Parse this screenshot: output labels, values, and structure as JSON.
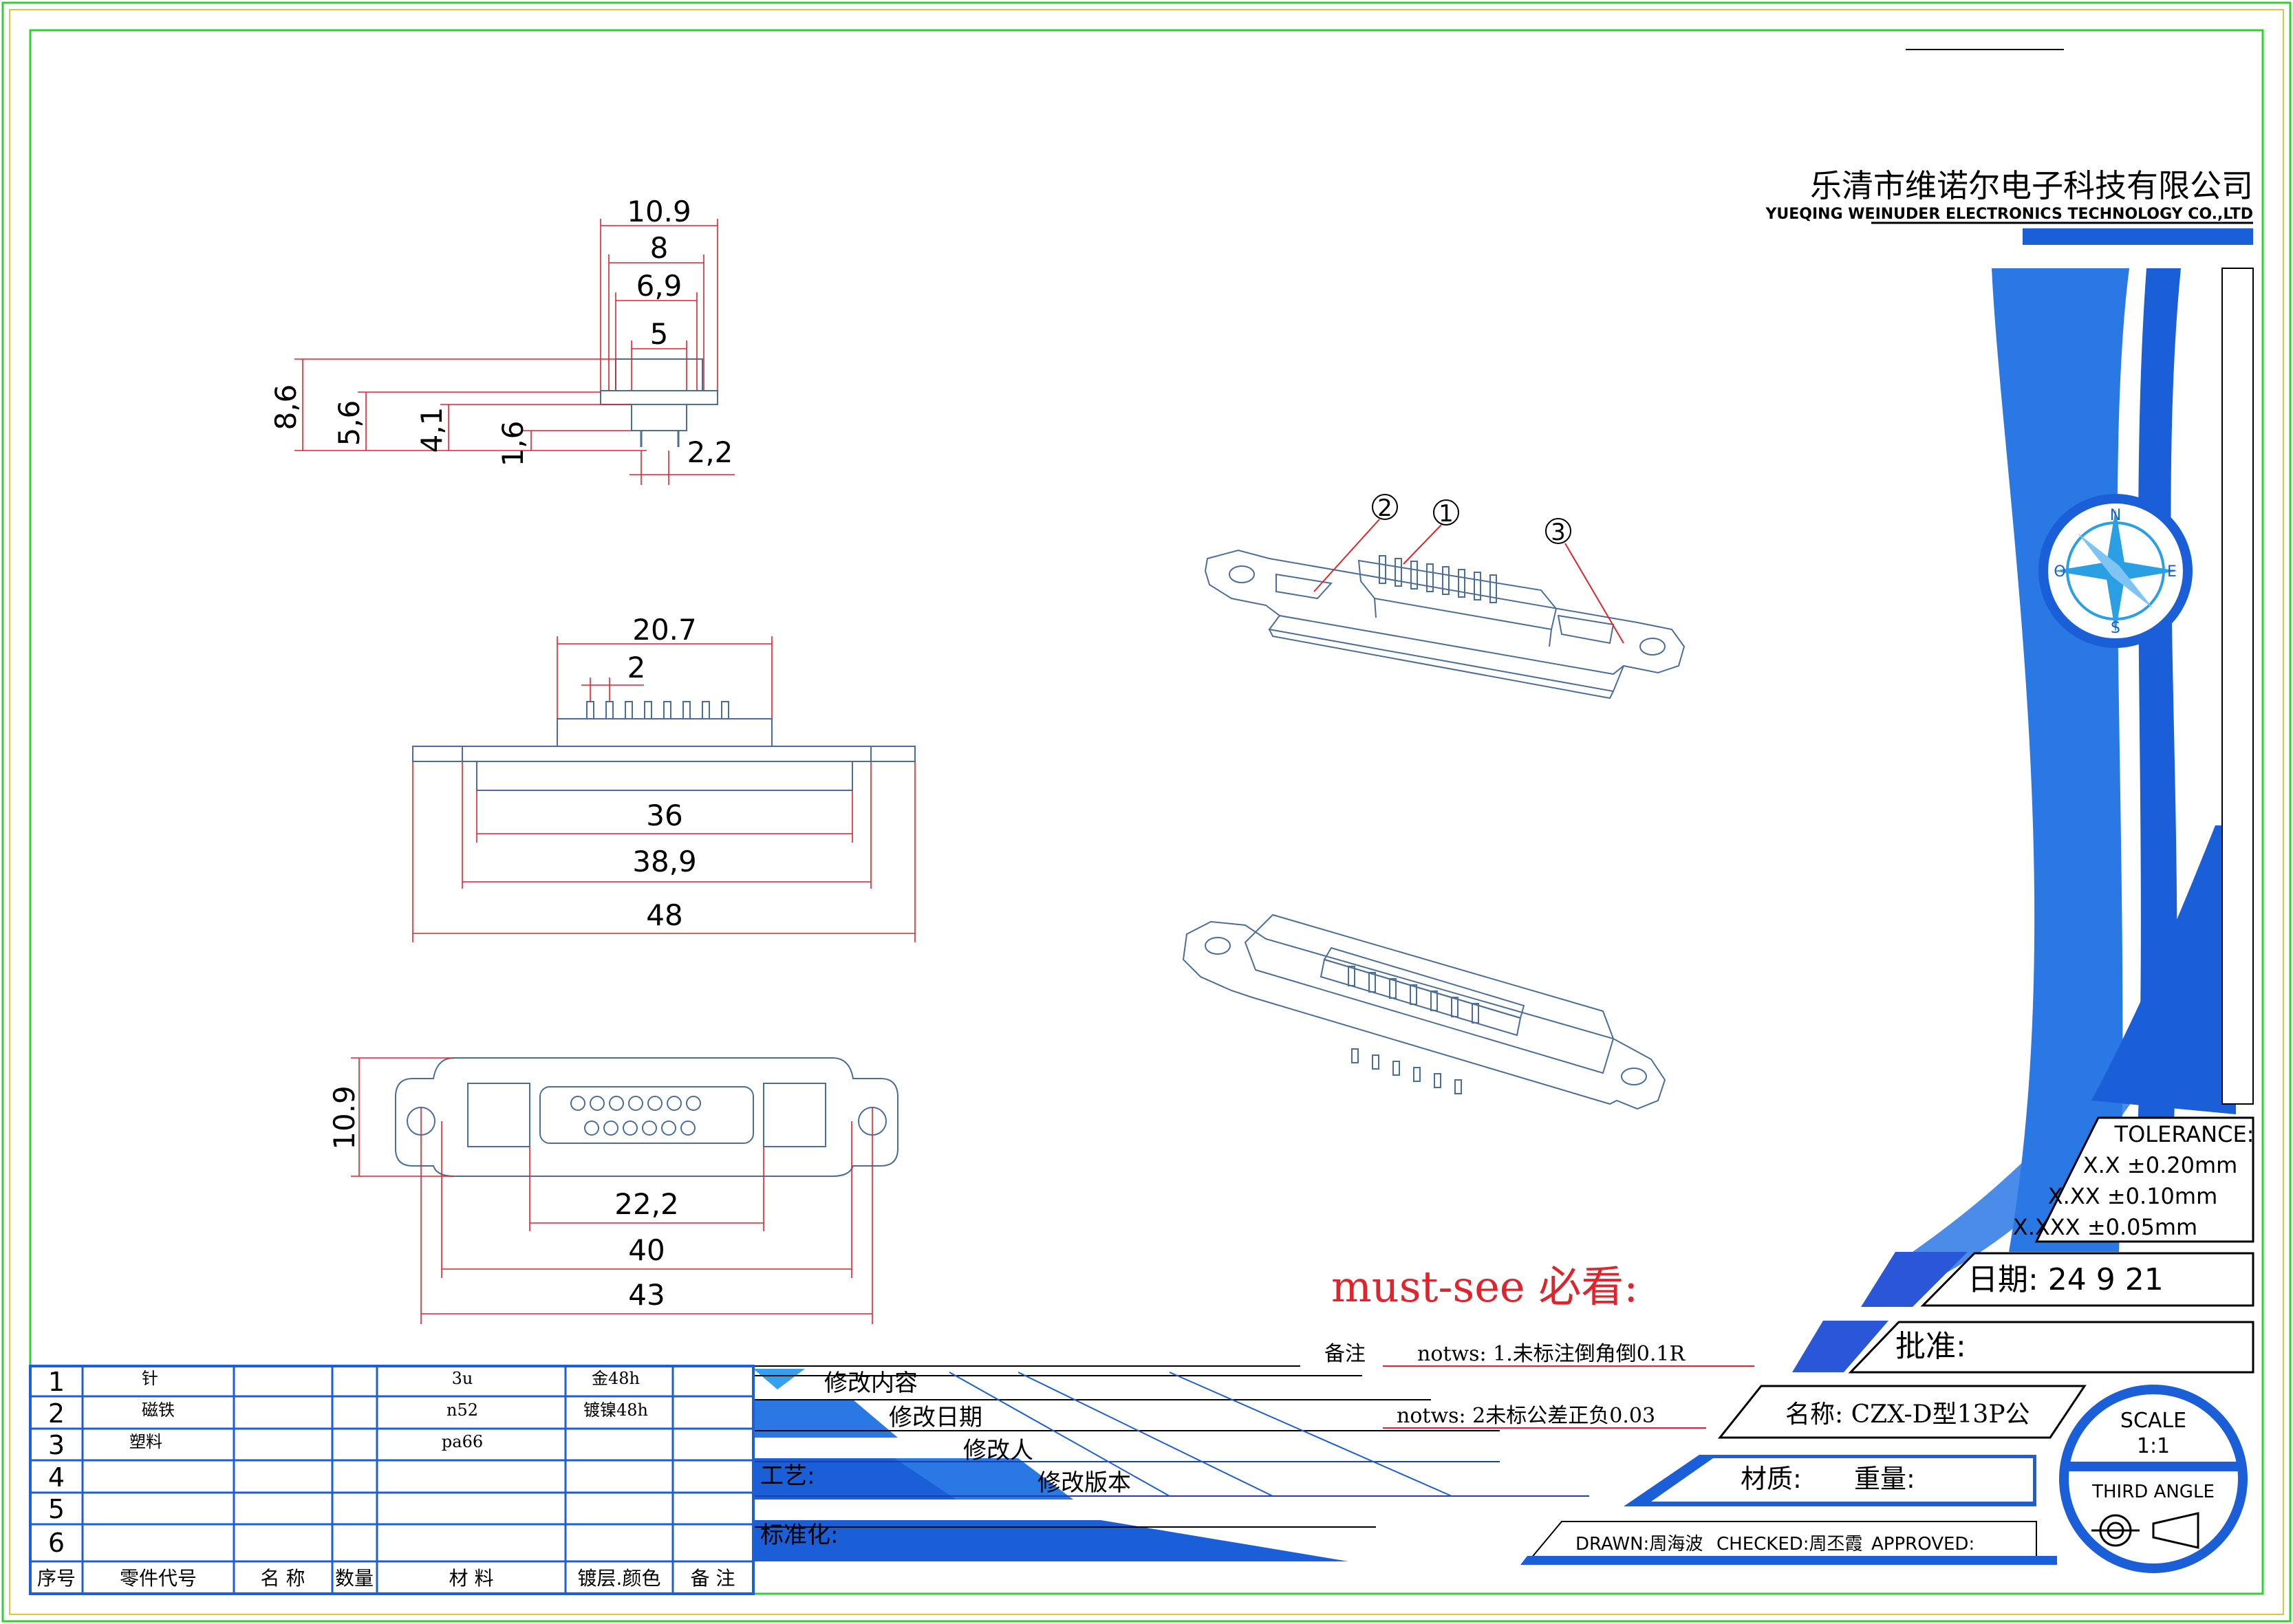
{
  "company": {
    "name_cn": "乐清市维诺尔电子科技有限公司",
    "name_en": "YUEQING WEINUDER ELECTRONICS TECHNOLOGY CO.,LTD"
  },
  "compass": {
    "n": "N",
    "e": "E",
    "s": "S",
    "w": "O"
  },
  "tolerance": {
    "title": "TOLERANCE:",
    "lines": [
      "X.X  ±0.20mm",
      "X.XX  ±0.10mm",
      "X.XXX  ±0.05mm"
    ]
  },
  "date_label": "日期:  24  9  21",
  "approve_label": "批准:",
  "name_label": "名称: CZX-D型13P公",
  "material_label": "材质:",
  "weight_label": "重量:",
  "scale": {
    "label": "SCALE",
    "value": "1:1",
    "angle": "THIRD ANGLE"
  },
  "signoff": {
    "drawn": "DRAWN:周海波",
    "checked": "CHECKED:周丕霞",
    "approved": "APPROVED:"
  },
  "must_see": "must-see 必看:",
  "notes": {
    "label": "备注",
    "line1": "notws: 1.未标注倒角倒0.1R",
    "line2": "notws: 2未标公差正负0.03"
  },
  "revision": {
    "content": "修改内容",
    "date": "修改日期",
    "person": "修改人",
    "version": "修改版本",
    "process": "工艺:",
    "standard": "标准化:"
  },
  "bom": {
    "headers": [
      "序号",
      "零件代号",
      "名 称",
      "数量",
      "材  料",
      "镀层.颜色",
      "备 注"
    ],
    "rows": [
      [
        "1",
        "针",
        "",
        "",
        "3u",
        "金48h",
        ""
      ],
      [
        "2",
        "磁铁",
        "",
        "",
        "n52",
        "镀镍48h",
        ""
      ],
      [
        "3",
        "塑料",
        "",
        "",
        "pa66",
        "",
        ""
      ],
      [
        "4",
        "",
        "",
        "",
        "",
        "",
        ""
      ],
      [
        "5",
        "",
        "",
        "",
        "",
        "",
        ""
      ],
      [
        "6",
        "",
        "",
        "",
        "",
        "",
        ""
      ]
    ]
  },
  "dims": {
    "side": [
      "10.9",
      "8",
      "6,9",
      "5",
      "8,6",
      "5,6",
      "4,1",
      "1,6",
      "2,2"
    ],
    "front": [
      "20.7",
      "2",
      "36",
      "38,9",
      "48"
    ],
    "bottom": [
      "10.9",
      "22,2",
      "40",
      "43"
    ]
  },
  "callouts": [
    "2",
    "1",
    "3"
  ],
  "colors": {
    "accent": "#1a5fd8",
    "dim": "#e0242b",
    "outline": "#4a6d9c",
    "border": "#2fd12f"
  }
}
